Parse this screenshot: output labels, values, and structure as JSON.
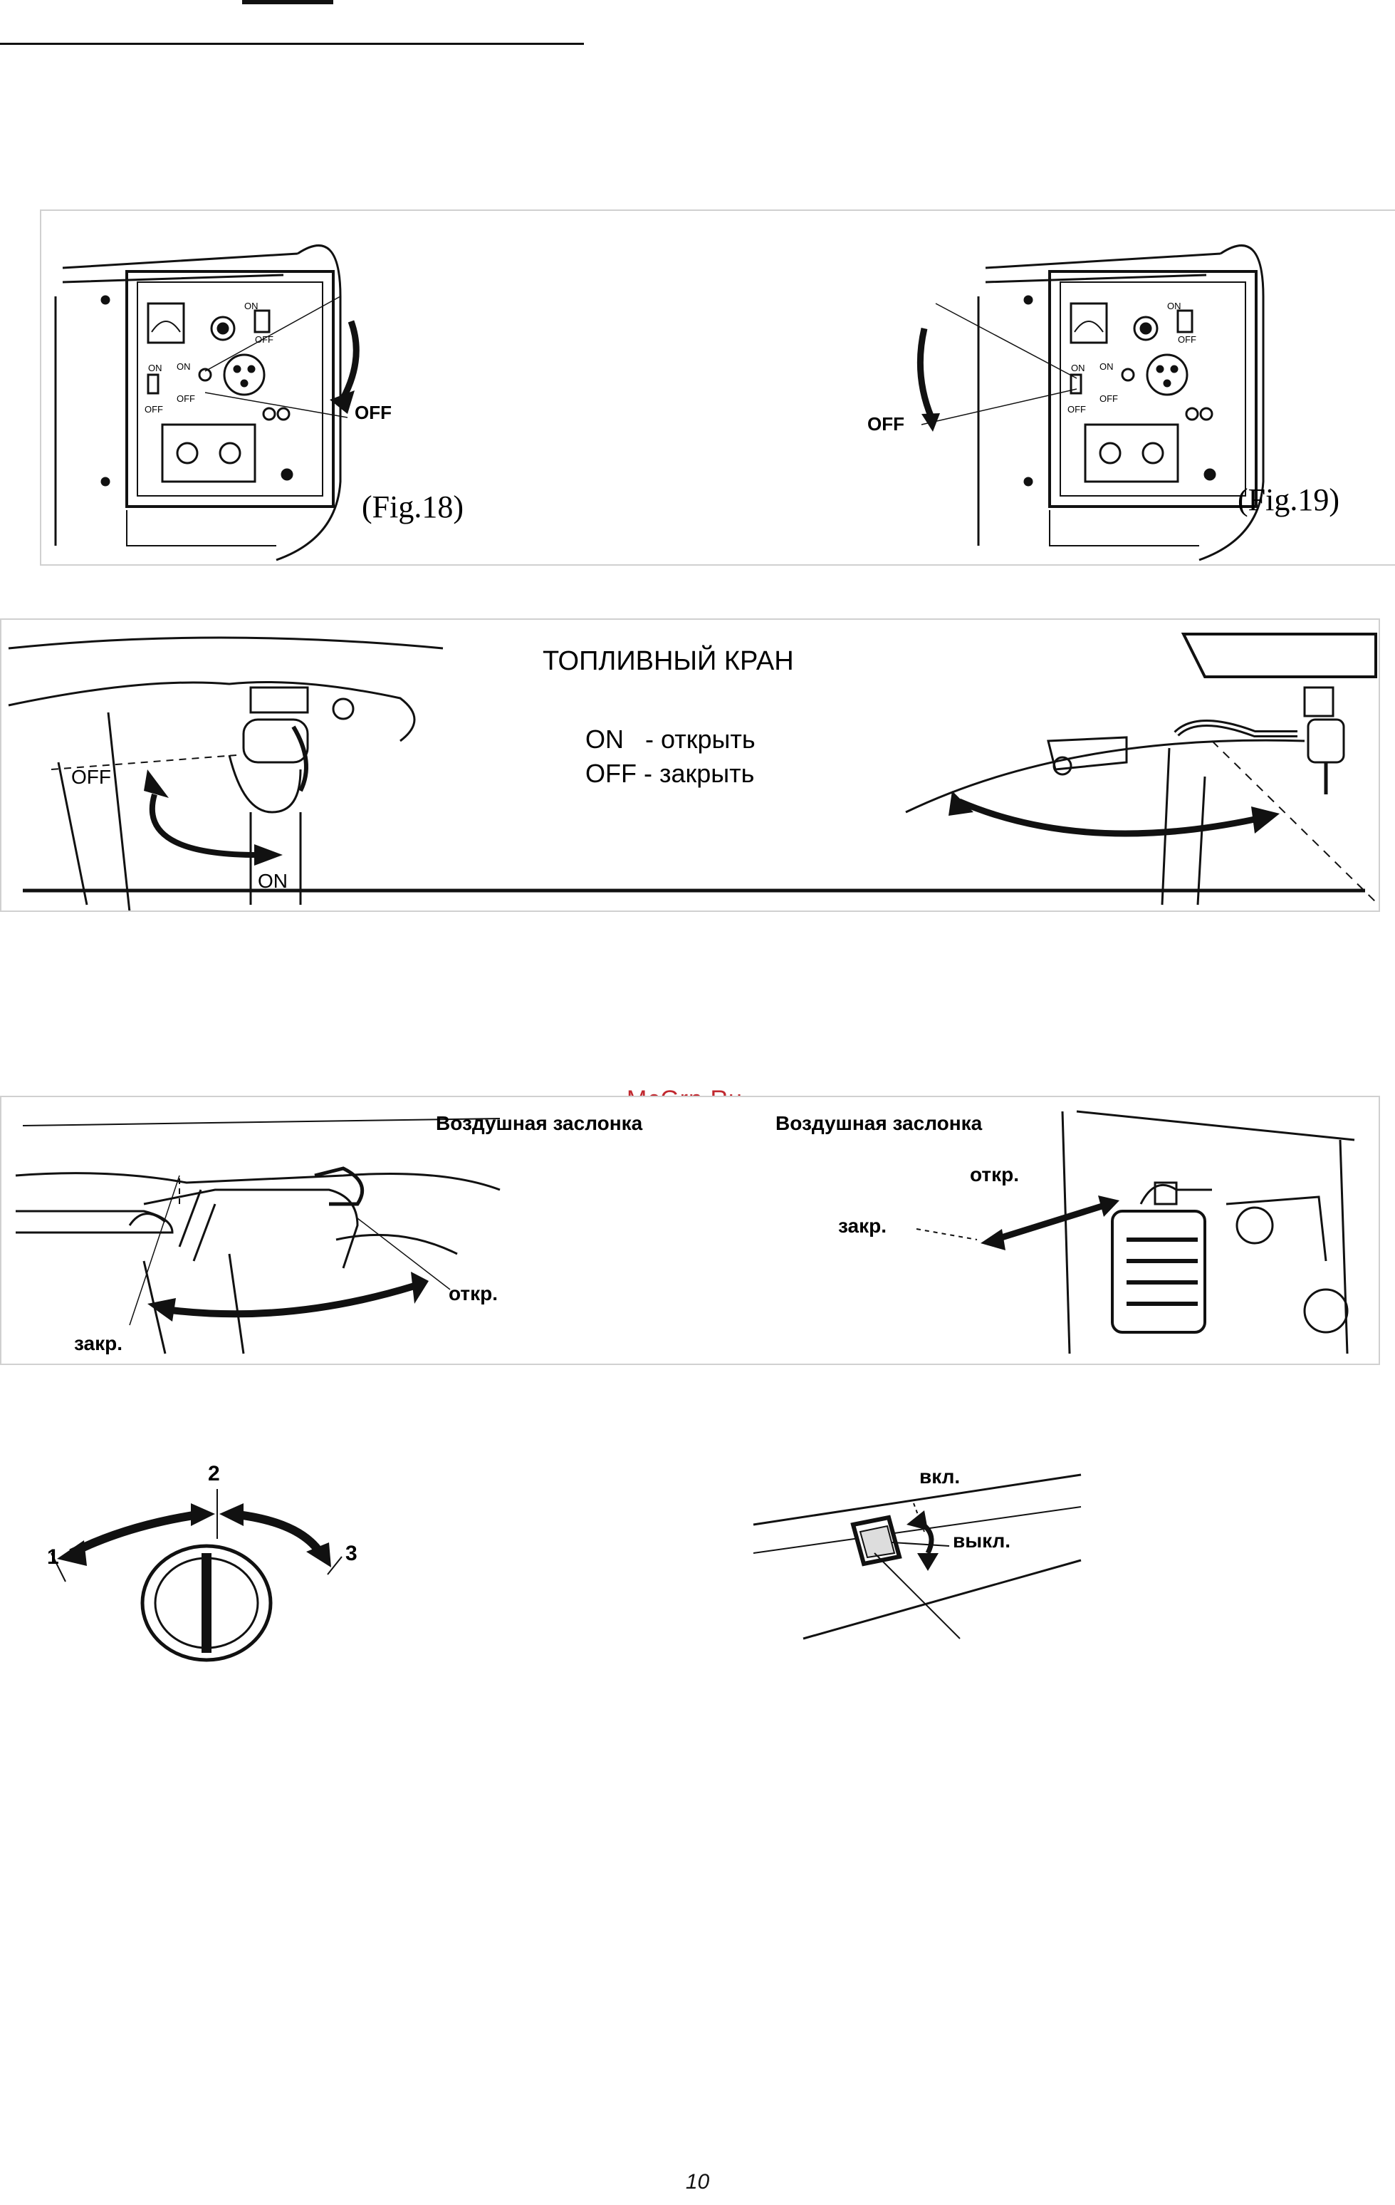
{
  "watermark": "McGrp.Ru",
  "page_number": "10",
  "fig18": {
    "caption": "(Fig.18)",
    "off_label": "OFF",
    "panel_on_1": "ON",
    "panel_off_1": "OFF",
    "panel_on_2": "ON",
    "panel_off_2": "OFF",
    "panel_on_3": "ON",
    "panel_off_3": "OFF"
  },
  "fig19": {
    "caption": "(Fig.19)",
    "off_label": "OFF",
    "panel_on_1": "ON",
    "panel_off_1": "OFF",
    "panel_on_2": "ON",
    "panel_off_2": "OFF",
    "panel_on_3": "ON",
    "panel_off_3": "OFF"
  },
  "fuel_valve": {
    "title": "ТОПЛИВНЫЙ КРАН",
    "legend_on": "ON   - открыть",
    "legend_off": "OFF - закрыть",
    "left_off": "OFF",
    "left_on": "ON"
  },
  "choke": {
    "left_title": "Воздушная заслонка",
    "left_open": "откр.",
    "left_closed": "закр.",
    "right_title": "Воздушная заслонка",
    "right_open": "откр.",
    "right_closed": "закр."
  },
  "rotary": {
    "pos1": "1",
    "pos2": "2",
    "pos3": "3"
  },
  "rocker": {
    "on": "вкл.",
    "off": "выкл."
  }
}
